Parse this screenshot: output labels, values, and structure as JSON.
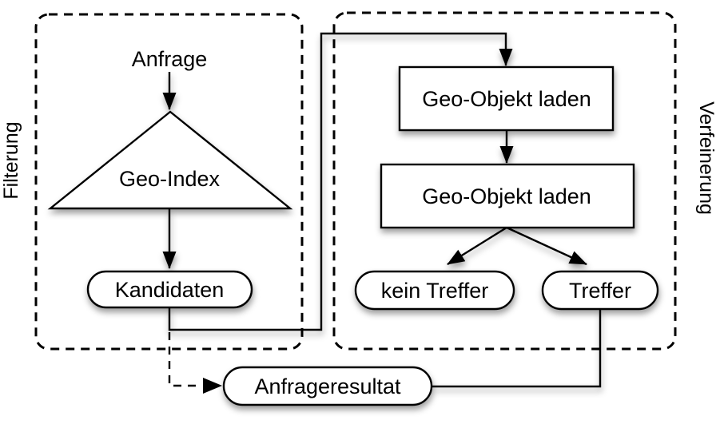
{
  "colors": {
    "background": "#ffffff",
    "stroke": "#000000",
    "shape_fill": "#ffffff"
  },
  "regions": {
    "filterung": {
      "label": "Filterung"
    },
    "verfeinerung": {
      "label": "Verfeinerung"
    }
  },
  "nodes": {
    "anfrage": {
      "label": "Anfrage",
      "type": "plain-text"
    },
    "geo_index": {
      "label": "Geo-Index",
      "type": "triangle"
    },
    "kandidaten": {
      "label": "Kandidaten",
      "type": "pill"
    },
    "geo_objekt_laden_1": {
      "label": "Geo-Objekt laden",
      "type": "rect"
    },
    "geo_objekt_laden_2": {
      "label": "Geo-Objekt laden",
      "type": "rect"
    },
    "kein_treffer": {
      "label": "kein Treffer",
      "type": "pill"
    },
    "treffer": {
      "label": "Treffer",
      "type": "pill"
    },
    "anfrageresultat": {
      "label": "Anfrageresultat",
      "type": "pill"
    }
  },
  "edges": [
    {
      "from": "anfrage",
      "to": "geo_index",
      "style": "solid-arrow"
    },
    {
      "from": "geo_index",
      "to": "kandidaten",
      "style": "solid-arrow"
    },
    {
      "from": "kandidaten",
      "to": "geo_objekt_laden_1",
      "style": "solid-arrow"
    },
    {
      "from": "geo_objekt_laden_1",
      "to": "geo_objekt_laden_2",
      "style": "solid-arrow"
    },
    {
      "from": "geo_objekt_laden_2",
      "to": "kein_treffer",
      "style": "solid-arrow"
    },
    {
      "from": "geo_objekt_laden_2",
      "to": "treffer",
      "style": "solid-arrow"
    },
    {
      "from": "treffer",
      "to": "anfrageresultat",
      "style": "solid-line"
    },
    {
      "from": "kandidaten",
      "to": "anfrageresultat",
      "style": "dashed-arrow"
    }
  ]
}
